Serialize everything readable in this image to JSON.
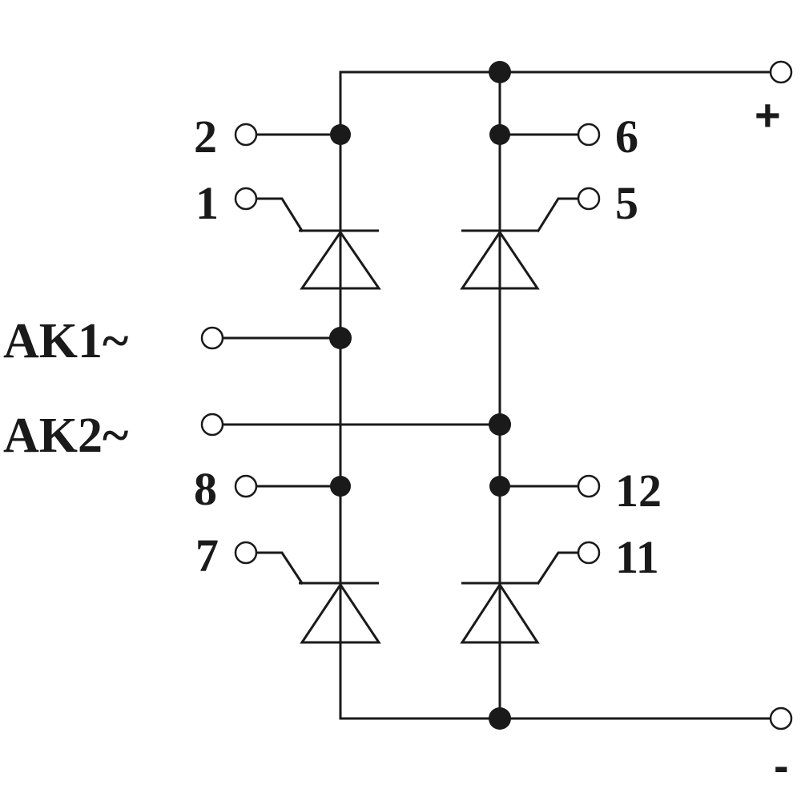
{
  "labels": {
    "pin_2": "2",
    "pin_1": "1",
    "pin_6": "6",
    "pin_5": "5",
    "pin_8": "8",
    "pin_7": "7",
    "pin_12": "12",
    "pin_11": "11",
    "ak1": "AK1~",
    "ak2": "AK2~",
    "plus": "+",
    "minus": "-"
  },
  "colors": {
    "line": "#1a1a1a",
    "background": "#ffffff"
  }
}
